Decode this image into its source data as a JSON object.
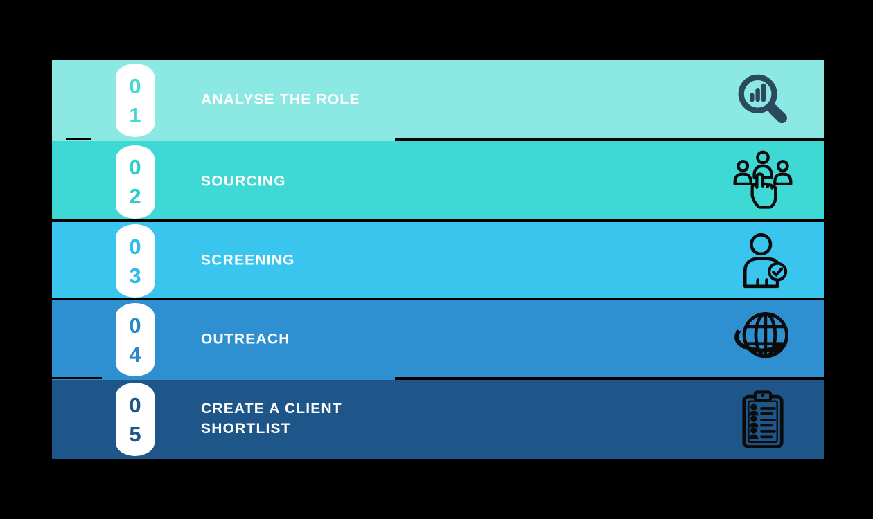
{
  "theme": {
    "page_background": "#000000",
    "badge_background": "#FFFFFF",
    "label_color": "#FFFFFF",
    "divider_color": "#000000"
  },
  "steps": [
    {
      "digits": [
        "0",
        "1"
      ],
      "label": "ANALYSE THE ROLE",
      "bg": "#8CE8E3",
      "digit_color": "#49D7D2",
      "icon": "magnifier-bar-chart-icon",
      "icon_color": "#2B4A5E"
    },
    {
      "digits": [
        "0",
        "2"
      ],
      "label": "SOURCING",
      "bg": "#3FD9D5",
      "digit_color": "#2ECFCB",
      "icon": "team-selection-hand-icon",
      "icon_color": "#0B0B0B"
    },
    {
      "digits": [
        "0",
        "3"
      ],
      "label": "SCREENING",
      "bg": "#39C5EE",
      "digit_color": "#2FBCE9",
      "icon": "candidate-check-icon",
      "icon_color": "#0B0B0B"
    },
    {
      "digits": [
        "0",
        "4"
      ],
      "label": "OUTREACH",
      "bg": "#2E90D1",
      "digit_color": "#2C87C9",
      "icon": "globe-outreach-icon",
      "icon_color": "#0B0B0B"
    },
    {
      "digits": [
        "0",
        "5"
      ],
      "label": "CREATE A CLIENT SHORTLIST",
      "bg": "#1E5689",
      "digit_color": "#1E5689",
      "icon": "clipboard-shortlist-icon",
      "icon_color": "#0B0B0B"
    }
  ]
}
